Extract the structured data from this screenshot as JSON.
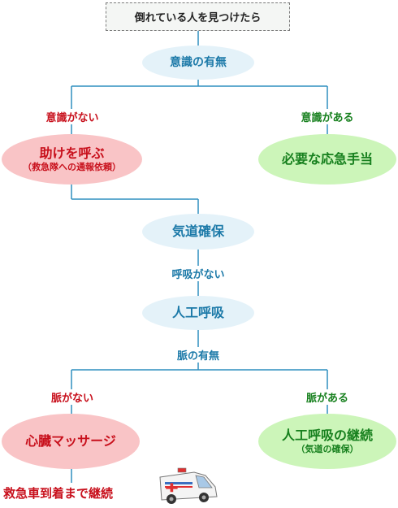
{
  "start": "倒れている人を見つけたら",
  "consciousness_check": "意識の有無",
  "no_consciousness": "意識がない",
  "has_consciousness": "意識がある",
  "call_for_help": "助けを呼ぶ",
  "call_for_help_sub": "（救急隊への通報依頼）",
  "first_aid": "必要な応急手当",
  "airway": "気道確保",
  "no_breathing": "呼吸がない",
  "cpr_breathing": "人工呼吸",
  "pulse_check": "脈の有無",
  "no_pulse": "脈がない",
  "has_pulse": "脈がある",
  "heart_massage": "心臓マッサージ",
  "continue_breathing": "人工呼吸の継続",
  "continue_breathing_sub": "（気道の確保）",
  "until_ambulance": "救急車到着まで継続",
  "colors": {
    "blue": "#1b79a8",
    "red": "#c8101c",
    "green": "#17801e",
    "line": "#2f8fbf"
  }
}
